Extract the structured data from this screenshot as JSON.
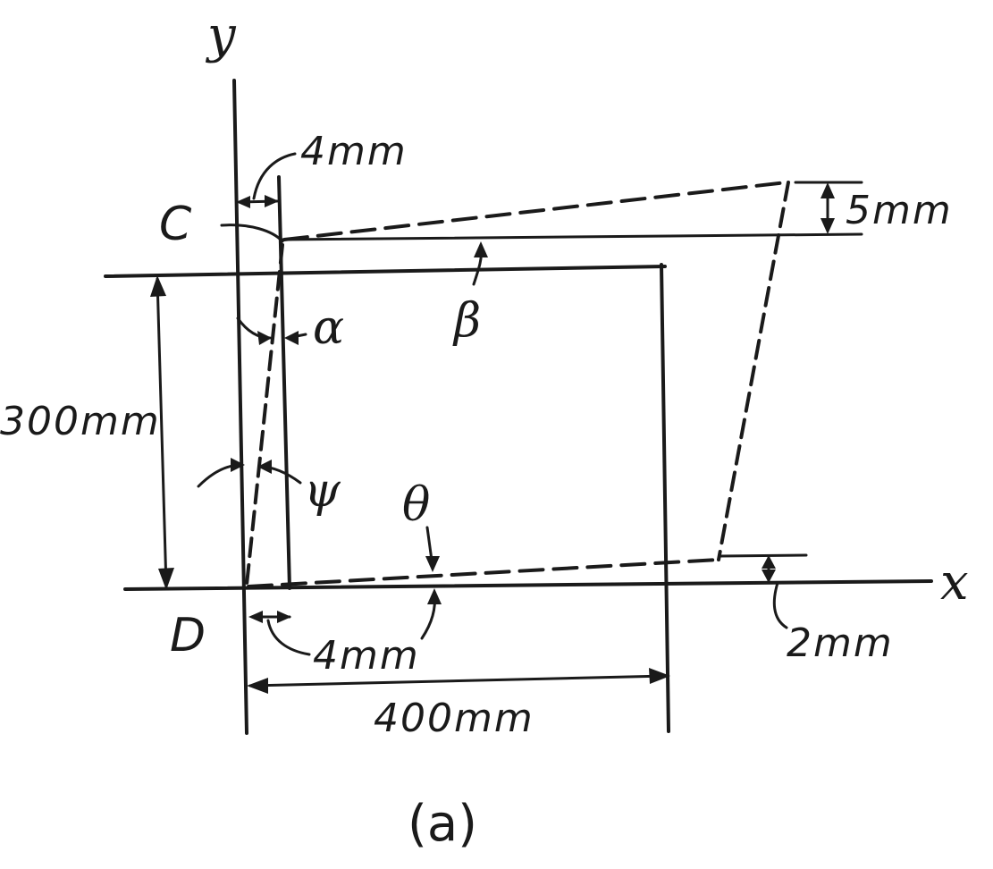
{
  "axes": {
    "x_label": "x",
    "y_label": "y"
  },
  "points": {
    "top_left": "C",
    "bottom_left": "D"
  },
  "dimensions": {
    "height": "300mm",
    "width": "400mm",
    "top_shift": "4mm",
    "bottom_shift": "4mm",
    "top_rise": "5mm",
    "bottom_rise": "2mm"
  },
  "angles": {
    "alpha": "α",
    "beta": "β",
    "psi": "ψ",
    "theta": "θ"
  },
  "caption": "(a)"
}
